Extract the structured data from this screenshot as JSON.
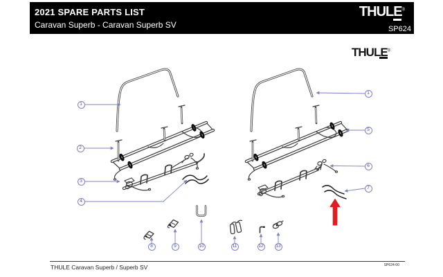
{
  "header": {
    "title": "2021 SPARE PARTS LIST",
    "subtitle": "Caravan Superb - Caravan Superb SV",
    "brand": "THULE",
    "brand_reg": "®",
    "part_code": "SP624"
  },
  "watermark": {
    "brand": "THULE",
    "brand_reg": "®"
  },
  "callouts": {
    "left": [
      "1",
      "2",
      "3",
      "4"
    ],
    "right": [
      "1",
      "5",
      "6",
      "7"
    ],
    "bottom": [
      "8",
      "9",
      "10",
      "11",
      "12",
      "13"
    ]
  },
  "footer": {
    "model": "THULE Caravan Superb / Superb SV",
    "doc_code": "SP624-00"
  },
  "colors": {
    "callout_blue": "#8080c4",
    "drawing_gray": "#3d3d3d",
    "highlight_red": "#e01e22",
    "header_bg": "#000000"
  }
}
